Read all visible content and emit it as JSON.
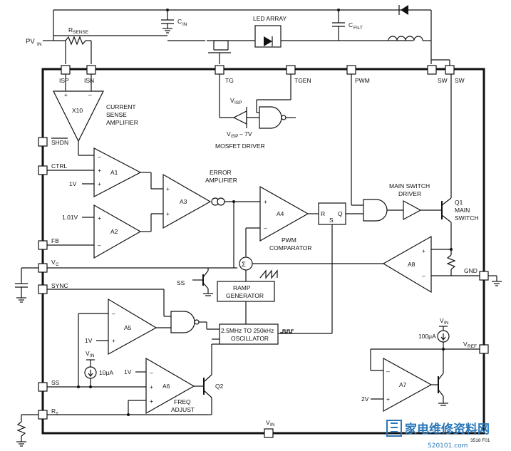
{
  "pins": {
    "pvin": "PV",
    "pvin_sub": "IN",
    "isp": "ISP",
    "isn": "ISN",
    "tg": "TG",
    "tgen": "TGEN",
    "pwm": "PWM",
    "sw1": "SW",
    "sw2": "SW",
    "shdn": "SHDN",
    "ctrl": "CTRL",
    "fb": "FB",
    "vc": "V",
    "vc_sub": "C",
    "sync": "SYNC",
    "ss": "SS",
    "rt": "R",
    "rt_sub": "T",
    "gnd": "GND",
    "vref": "V",
    "vref_sub": "REF",
    "vin_bottom": "V",
    "vin_bottom_sub": "IN"
  },
  "components": {
    "rsense": "R",
    "rsense_sub": "SENSE",
    "cin": "C",
    "cin_sub": "IN",
    "cfilt": "C",
    "cfilt_sub": "FILT",
    "led_array": "LED ARRAY"
  },
  "blocks": {
    "x10": "X10",
    "current_sense_l1": "CURRENT",
    "current_sense_l2": "SENSE",
    "current_sense_l3": "AMPLIFIER",
    "a1": "A1",
    "a2": "A2",
    "a3": "A3",
    "a4": "A4",
    "a5": "A5",
    "a6": "A6",
    "a7": "A7",
    "a8": "A8",
    "error_amp_l1": "ERROR",
    "error_amp_l2": "AMPLIFIER",
    "pwm_comp_l1": "PWM",
    "pwm_comp_l2": "COMPARATOR",
    "ramp_l1": "RAMP",
    "ramp_l2": "GENERATOR",
    "osc_l1": "2.5MHz TO 250kHz",
    "osc_l2": "OSCILLATOR",
    "mosfet_driver": "MOSFET DRIVER",
    "main_switch_driver_l1": "MAIN SWITCH",
    "main_switch_driver_l2": "DRIVER",
    "q1": "Q1",
    "q1_l2": "MAIN",
    "q1_l3": "SWITCH",
    "q2": "Q2",
    "freq_adjust_l1": "FREQ",
    "freq_adjust_l2": "ADJUST",
    "ss_transistor": "SS",
    "sr_r": "R",
    "sr_s": "S",
    "sr_q": "Q"
  },
  "labels": {
    "v1_a1": "1V",
    "v101_a2": "1.01V",
    "v1_a5": "1V",
    "v1_a6": "1V",
    "v2_a7": "2V",
    "visp": "V",
    "visp_sub": "ISP",
    "visp7": "V",
    "visp7_sub": "ISP",
    "visp7_tail": " – 7V",
    "vin_10ua": "V",
    "vin_10ua_sub": "IN",
    "i10ua": "10μA",
    "vin_100ua": "V",
    "vin_100ua_sub": "IN",
    "i100ua": "100μA",
    "sigma": "Σ",
    "figure_code": "3518 F01"
  },
  "watermark": {
    "text": "家电维修资料网",
    "url": "S20101.com"
  }
}
